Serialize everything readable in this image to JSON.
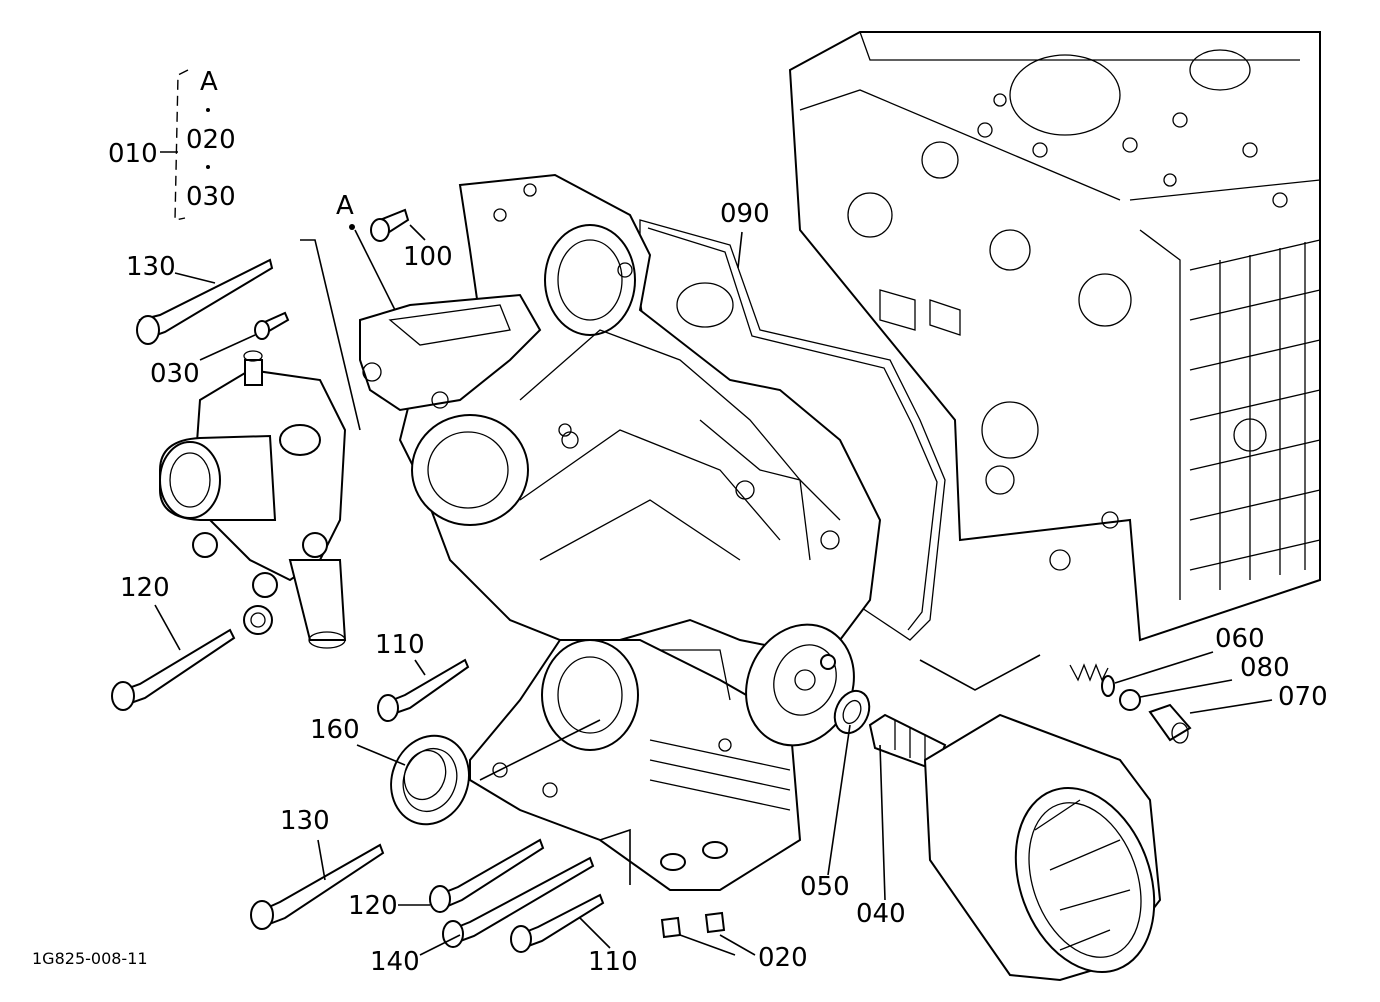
{
  "labels": {
    "a_top": "A",
    "p020_top": "020",
    "p030_top": "030",
    "p010": "010",
    "a_marker": "A",
    "p100": "100",
    "p090": "090",
    "p130_top": "130",
    "p030_left": "030",
    "p120_left": "120",
    "p110_mid": "110",
    "p160": "160",
    "p060": "060",
    "p080": "080",
    "p070": "070",
    "p130_bottom": "130",
    "p050": "050",
    "p040": "040",
    "p120_bottom": "120",
    "p140": "140",
    "p110_bottom": "110",
    "p020_bottom": "020"
  },
  "drawing_code": "1G825-008-11"
}
